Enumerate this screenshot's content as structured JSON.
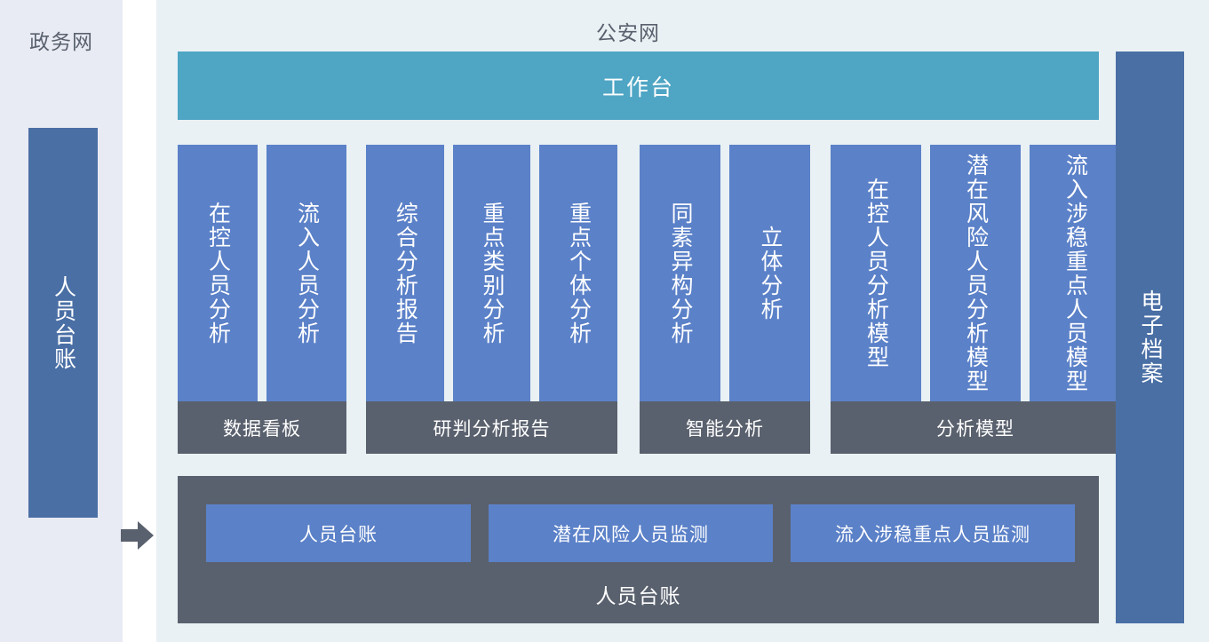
{
  "left_panel": {
    "title": "政务网",
    "ledger_bar_label": "人员台账",
    "accent_color": "#4a6fa5",
    "background_color": "#e8ebf3"
  },
  "flow": {
    "arrow_icon": "right-arrow-icon",
    "arrow_color": "#5a616e"
  },
  "main_panel": {
    "title": "公安网",
    "background_color": "#e9f1f4",
    "workbench": {
      "label": "工作台",
      "color": "#4ea5c4"
    },
    "card_color": "#5b81c8",
    "group_bar_color": "#5a616e",
    "groups": [
      {
        "name": "数据看板",
        "cards": [
          {
            "label": "在控人员分析"
          },
          {
            "label": "流入人员分析"
          }
        ]
      },
      {
        "name": "研判分析报告",
        "cards": [
          {
            "label": "综合分析报告"
          },
          {
            "label": "重点类别分析"
          },
          {
            "label": "重点个体分析"
          }
        ]
      },
      {
        "name": "智能分析",
        "cards": [
          {
            "label": "同素异构分析"
          },
          {
            "label": "立体分析"
          }
        ]
      },
      {
        "name": "分析模型",
        "cards": [
          {
            "label": "在控人员分析模型"
          },
          {
            "label": "潜在风险人员分析模型"
          },
          {
            "label": "流入涉稳重点人员模型"
          }
        ]
      }
    ],
    "ledger_panel": {
      "caption": "人员台账",
      "buttons": [
        {
          "label": "人员台账"
        },
        {
          "label": "潜在风险人员监测"
        },
        {
          "label": "流入涉稳重点人员监测"
        }
      ]
    }
  },
  "right_panel": {
    "archive_bar_label": "电子档案",
    "accent_color": "#4a6fa5"
  }
}
